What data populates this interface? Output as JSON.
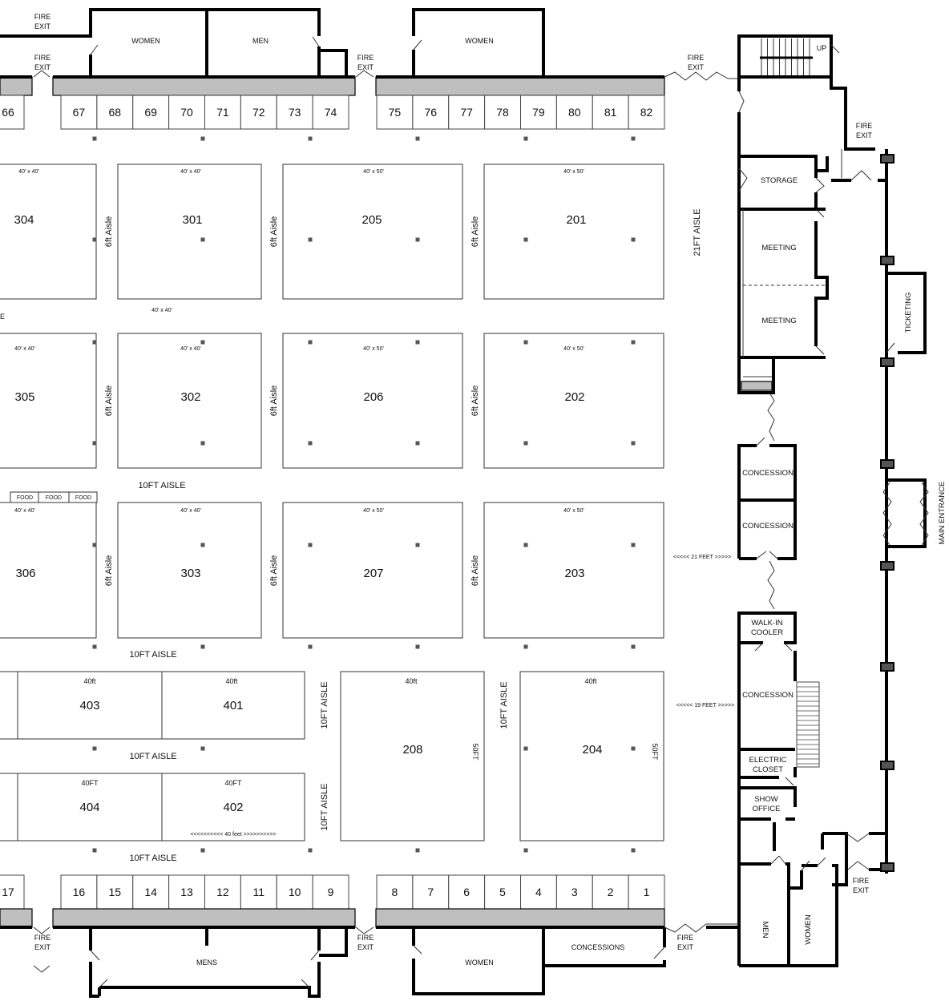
{
  "top_booths_a": [
    "67",
    "68",
    "69",
    "70",
    "71",
    "72",
    "73",
    "74"
  ],
  "top_booths_b": [
    "75",
    "76",
    "77",
    "78",
    "79",
    "80",
    "81",
    "82"
  ],
  "top_booth_partial": "66",
  "bottom_booths_a": [
    "16",
    "15",
    "14",
    "13",
    "12",
    "11",
    "10",
    "9"
  ],
  "bottom_booths_b": [
    "8",
    "7",
    "6",
    "5",
    "4",
    "3",
    "2",
    "1"
  ],
  "bottom_booth_partial": "17",
  "blocks": {
    "b304": {
      "num": "304",
      "size": "40' x 40'"
    },
    "b301": {
      "num": "301",
      "size": "40' x 40'"
    },
    "b205": {
      "num": "205",
      "size": "40' x 50'"
    },
    "b201": {
      "num": "201",
      "size": "40' x 50'"
    },
    "b305": {
      "num": "305",
      "size": "40' x 40'"
    },
    "b302": {
      "num": "302",
      "size": "40' x 40'"
    },
    "b206": {
      "num": "206",
      "size": "40' x 50'"
    },
    "b202": {
      "num": "202",
      "size": "40' x 50'"
    },
    "b306": {
      "num": "306",
      "size": "40' x 40'"
    },
    "b303": {
      "num": "303",
      "size": "40' x 40'"
    },
    "b207": {
      "num": "207",
      "size": "40' x 50'"
    },
    "b203": {
      "num": "203",
      "size": "40' x 50'"
    },
    "b403": {
      "num": "403",
      "size": "40ft"
    },
    "b401": {
      "num": "401",
      "size": "40ft"
    },
    "b404": {
      "num": "404",
      "size": "40FT"
    },
    "b402": {
      "num": "402",
      "size": "40FT"
    },
    "b208": {
      "num": "208",
      "size": "40ft",
      "side": "50FT"
    },
    "b204": {
      "num": "204",
      "size": "40ft",
      "side": "50FT"
    }
  },
  "stray_size": "40' x 40'",
  "partial_e": "E",
  "food": [
    "FOOD",
    "FOOD",
    "FOOD"
  ],
  "dim_402": "<<<<<<<<<< 40 feet >>>>>>>>>>",
  "aisles": {
    "six": "6ft Aisle",
    "ten": "10FT AISLE",
    "twentyone": "21FT AISLE"
  },
  "rooms": {
    "women": "WOMEN",
    "men": "MEN",
    "mens": "MENS",
    "fire_exit_l1": "FIRE",
    "fire_exit_l2": "EXIT",
    "up": "UP",
    "storage": "STORAGE",
    "meeting": "MEETING",
    "ticketing": "TICKETING",
    "concession": "CONCESSION",
    "concessions": "CONCESSIONS",
    "main_entrance": "MAIN ENTRANCE",
    "walkin_l1": "WALK-IN",
    "walkin_l2": "COOLER",
    "electric_l1": "ELECTRIC",
    "electric_l2": "CLOSET",
    "show_l1": "SHOW",
    "show_l2": "OFFICE"
  },
  "dims": {
    "d21": "<<<<< 21 FEET >>>>>",
    "d19": "<<<<< 19 FEET >>>>>"
  }
}
